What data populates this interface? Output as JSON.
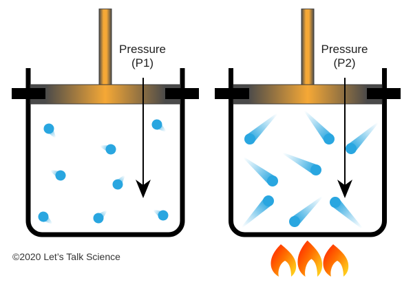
{
  "containers": [
    {
      "pressure_label": "Pressure",
      "pressure_symbol": "(P1)",
      "molecule_count": 8,
      "motion_trail": "short",
      "flame_count": 0
    },
    {
      "pressure_label": "Pressure",
      "pressure_symbol": "(P2)",
      "molecule_count": 8,
      "motion_trail": "long",
      "flame_count": 3
    }
  ],
  "credit": "©2020 Let’s Talk Science",
  "colors": {
    "background": "#ffffff",
    "outline": "#000000",
    "piston_edge": "#4a4a4a",
    "piston_center": "#f5a836",
    "piston_border": "#3a3a3a",
    "molecule": "#29a6e0",
    "arrow": "#000000",
    "flame_hot": "#ff3000",
    "flame_mid": "#ff6f00",
    "flame_cool": "#ffc81a",
    "label_text": "#1e1e1e",
    "credit_text": "#333333"
  }
}
